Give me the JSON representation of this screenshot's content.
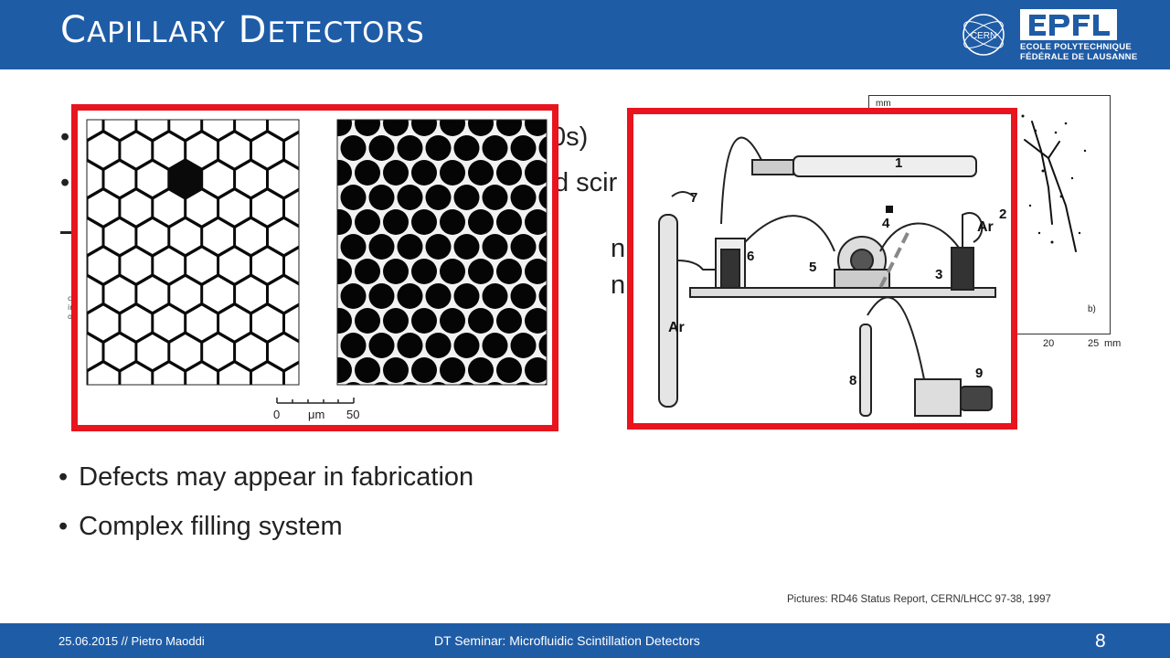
{
  "header": {
    "title_cap1": "C",
    "title_rest1": "APILLARY",
    "title_cap2": "D",
    "title_rest2": "ETECTORS",
    "cern_label": "CERN",
    "epfl_line1": "ECOLE POLYTECHNIQUE",
    "epfl_line2": "FÉDÉRALE DE LAUSANNE",
    "bg_color": "#1f5ca6"
  },
  "body": {
    "occluded_fragments": [
      "0s)",
      "d scir",
      "n",
      "n"
    ],
    "tiny_labels": [
      "ca",
      "inne",
      "oute"
    ],
    "bullets": [
      "Defects may appear in fabrication",
      "Complex filling system"
    ]
  },
  "figures": {
    "micrograph_scale": {
      "min": "0",
      "unit": "μm",
      "max": "50"
    },
    "apparatus_labels": [
      "1",
      "2",
      "3",
      "4",
      "5",
      "6",
      "7",
      "8",
      "9",
      "Ar",
      "Ar"
    ],
    "tracks_plot": {
      "y_unit": "mm",
      "x_ticks": [
        "20",
        "25"
      ],
      "x_unit": "mm",
      "panel": "b)"
    },
    "frame_color": "#e8141e"
  },
  "credit": "Pictures: RD46 Status Report, CERN/LHCC 97-38, 1997",
  "footer": {
    "date_author": "25.06.2015 // Pietro Maoddi",
    "seminar": "DT Seminar: Microfluidic Scintillation Detectors",
    "page": "8"
  }
}
